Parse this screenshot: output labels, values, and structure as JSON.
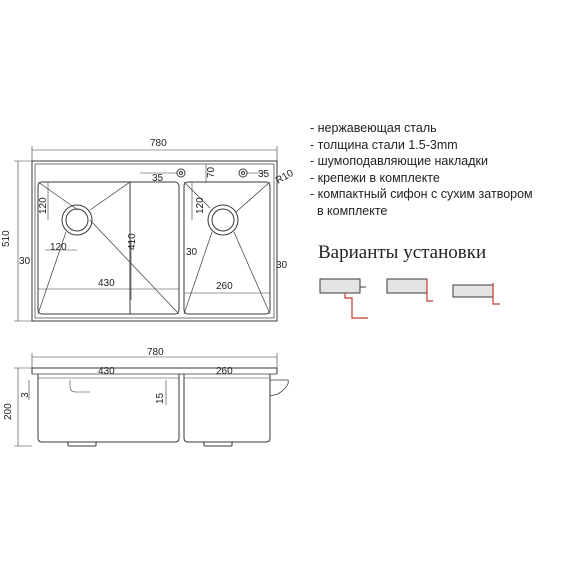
{
  "specs": [
    "- нержавеющая сталь",
    "- толщина стали 1.5-3mm",
    "- шумоподавляющие накладки",
    "- крепежи в комплекте",
    "- компактный сифон с сухим затвором",
    "  в комплекте"
  ],
  "variants_title": "Варианты установки",
  "top_view": {
    "total_width": "780",
    "height": "510",
    "hole_d1": "35",
    "offset_70": "70",
    "hole_d2": "35",
    "radius": "R10",
    "left_drain_v": "120",
    "left_drain_h": "120",
    "left_margin": "30",
    "left_bowl_width": "430",
    "bowl_depth": "410",
    "mid_gap": "30",
    "right_drain_v": "120",
    "right_bowl_width": "260",
    "right_margin": "30"
  },
  "side_view": {
    "total_width": "780",
    "left_bowl_width": "430",
    "right_bowl_width": "260",
    "height": "200",
    "thickness": "3",
    "rim": "15"
  },
  "colors": {
    "line": "#3a3a3a",
    "accent": "#c0392b"
  }
}
